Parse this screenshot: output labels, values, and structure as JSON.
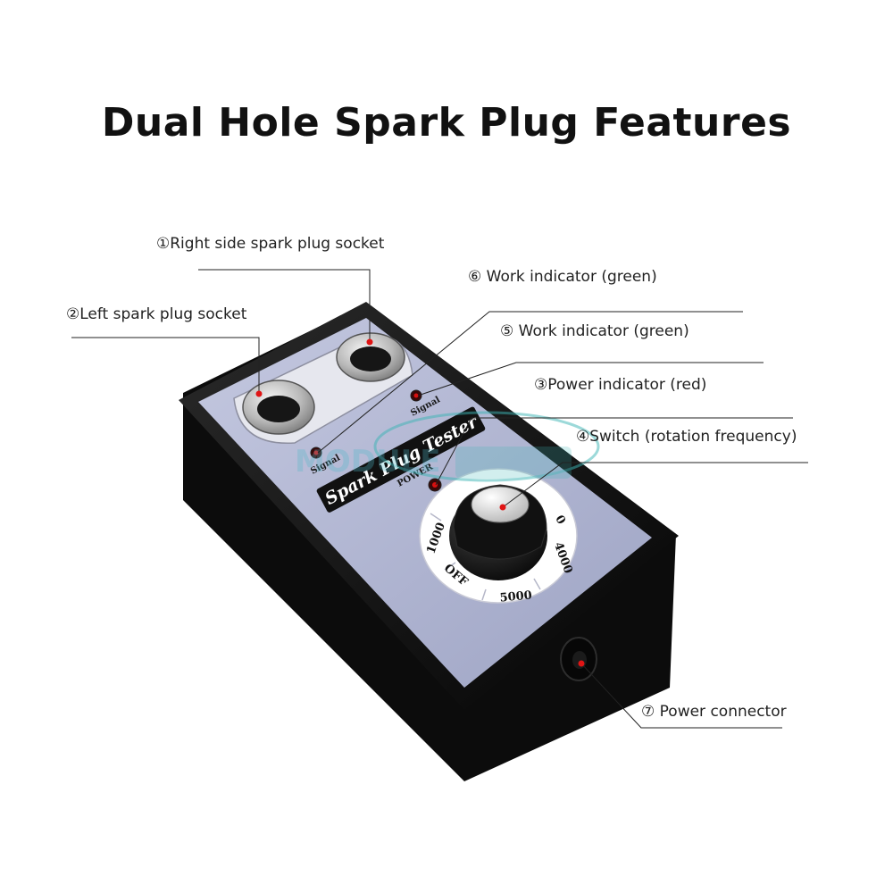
{
  "title": "Dual Hole Spark Plug Features",
  "callouts": {
    "right_socket": "①Right side spark plug socket",
    "left_socket": "②Left spark plug socket",
    "work_indicator_6": "⑥ Work indicator (green)",
    "work_indicator_5": "⑤ Work indicator (green)",
    "power_indicator": "③Power indicator (red)",
    "switch": "④Switch (rotation frequency)",
    "power_connector": "⑦ Power connector"
  },
  "device": {
    "brand_label": "Spark Plug Tester",
    "signal_label_left": "Signal",
    "signal_label_right": "Signal",
    "power_label": "POWER",
    "dial_marks": [
      "OFF",
      "1000",
      "5000",
      "4000",
      "0"
    ]
  },
  "colors": {
    "panel": "#aeb4d2",
    "body": "#141414",
    "led_red": "#d81010",
    "callout_dot": "#e01515"
  }
}
